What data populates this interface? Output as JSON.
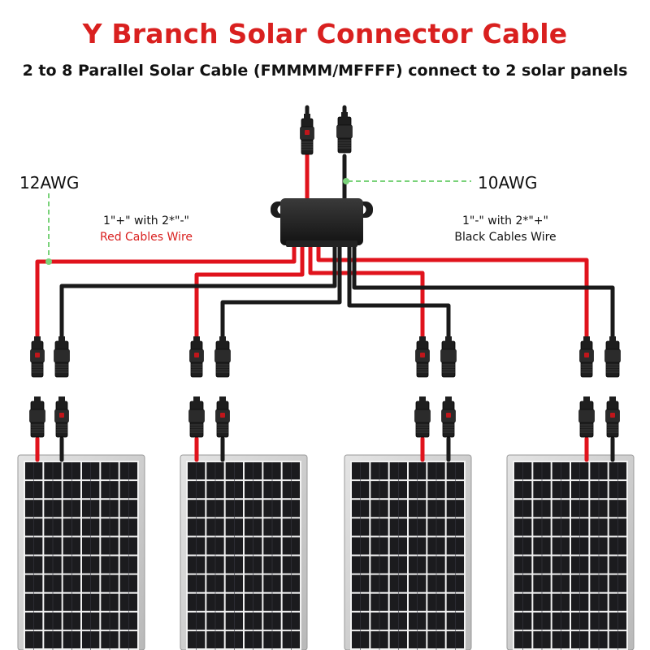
{
  "header": {
    "title": "Y Branch Solar Connector Cable",
    "subtitle": "2 to 8 Parallel Solar Cable (FMMMM/MFFFF) connect to 2 solar panels"
  },
  "labels": {
    "red_gauge": "12AWG",
    "black_gauge": "10AWG",
    "red_note": "1\"+\" with 2*\"-\"",
    "red_note_color_text": "Red Cables Wire",
    "black_note": "1\"-\" with 2*\"+\"",
    "black_note_color_text": "Black Cables Wire"
  },
  "colors": {
    "title": "#d9201f",
    "red_wire": "#e0131c",
    "black_wire": "#1a1a1a",
    "guide": "#7ad27a",
    "panel_frame": "#c9c9c9",
    "panel_cell": "#1b1b1e"
  },
  "panel_count": 4,
  "panel_grid": {
    "cols": 6,
    "rows": 10
  },
  "icons": [
    "branch-box-icon",
    "mc4-connector-icon",
    "solar-panel-icon"
  ]
}
